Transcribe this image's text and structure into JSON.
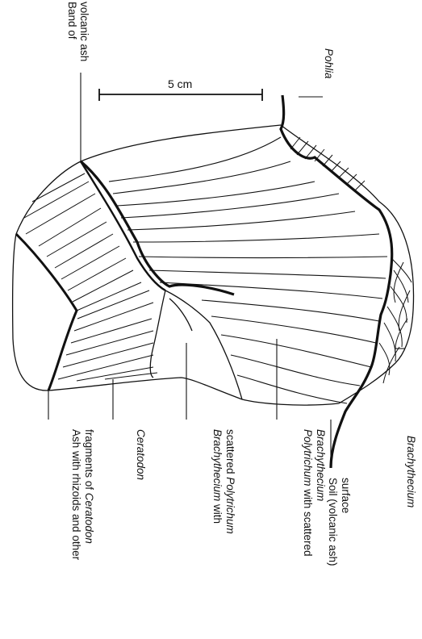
{
  "scale_bar": {
    "label": "5 cm"
  },
  "labels": {
    "band_line1": "Band of",
    "band_line2": "volcanic ash",
    "pohlia": "Pohlia",
    "brachythecium_right": "Brachythecium",
    "soil_line1": "Soil (volcanic ash)",
    "soil_line2": "surface",
    "polytrichum_italic1": "Polytrichum",
    "polytrichum_plain1": " with scattered",
    "polytrichum_italic2": "Brachythecium",
    "brachy_italic1": "Brachythecium",
    "brachy_plain1": " with",
    "brachy_plain2": "scattered ",
    "brachy_italic2": "Polytrichum",
    "ceratodon": "Ceratodon",
    "ash_line1": "Ash with rhizoids and other",
    "ash_line2_plain": "fragments of ",
    "ash_line2_italic": "Ceratodon"
  },
  "colors": {
    "ink": "#111111",
    "background": "#ffffff"
  }
}
